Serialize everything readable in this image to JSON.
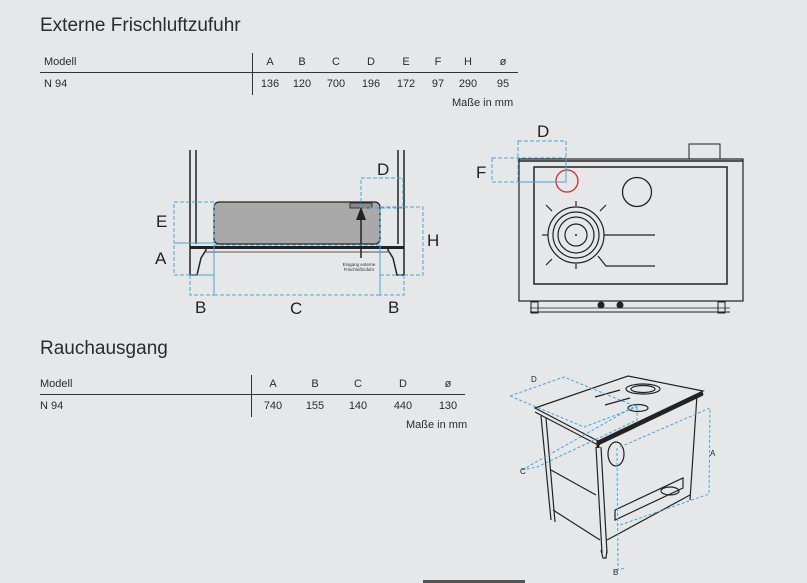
{
  "section1": {
    "title": "Externe Frischluftzufuhr",
    "table": {
      "header": {
        "model": "Modell",
        "cols": [
          "A",
          "B",
          "C",
          "D",
          "E",
          "F",
          "H",
          "ø"
        ]
      },
      "rows": [
        {
          "model": "N 94",
          "values": [
            "136",
            "120",
            "700",
            "196",
            "172",
            "97",
            "290",
            "95"
          ]
        }
      ]
    },
    "unit": "Maße in mm",
    "side_diagram": {
      "labels": {
        "A": "A",
        "B1": "B",
        "C": "C",
        "B2": "B",
        "D": "D",
        "E": "E",
        "H": "H"
      },
      "inlet_caption_1": "Eingang externe",
      "inlet_caption_2": "Frischluftzufuhr"
    },
    "top_diagram": {
      "labels": {
        "D": "D",
        "F": "F"
      }
    }
  },
  "section2": {
    "title": "Rauchausgang",
    "table": {
      "header": {
        "model": "Modell",
        "cols": [
          "A",
          "B",
          "C",
          "D",
          "ø"
        ]
      },
      "rows": [
        {
          "model": "N 94",
          "values": [
            "740",
            "155",
            "140",
            "440",
            "130"
          ]
        }
      ]
    },
    "unit": "Maße in mm",
    "iso_diagram": {
      "labels": {
        "A": "A",
        "B": "B",
        "C": "C",
        "D": "D"
      }
    }
  },
  "colors": {
    "background": "#e6e7e9",
    "dimension_line": "#3fa9dc",
    "highlight_circle": "#e0262b",
    "tank_fill": "#a9a9a9"
  }
}
